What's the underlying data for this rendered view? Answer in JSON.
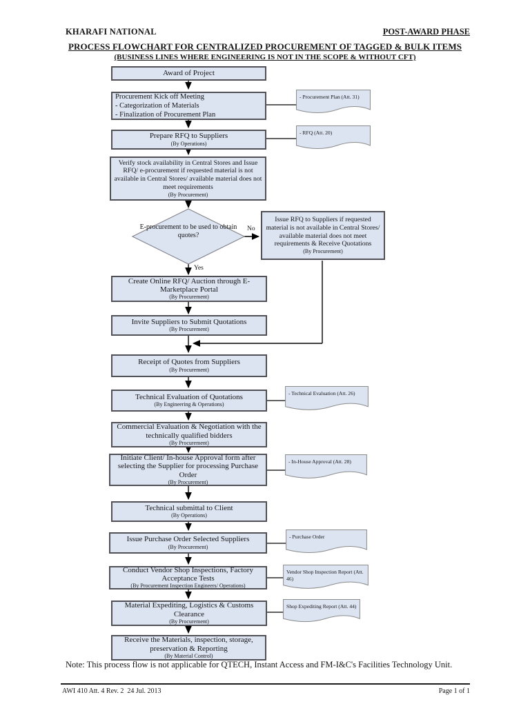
{
  "header": {
    "company": "KHARAFI NATIONAL",
    "phase": "POST-AWARD PHASE",
    "title": "PROCESS FLOWCHART FOR CENTRALIZED PROCUREMENT OF TAGGED & BULK ITEMS",
    "subtitle": "(BUSINESS LINES WHERE ENGINEERING IS NOT IN THE SCOPE & WITHOUT CFT)"
  },
  "flow": {
    "award": {
      "title": "Award of Project"
    },
    "kickoff": {
      "lines": [
        "Procurement Kick off Meeting",
        "- Categorization of Materials",
        "- Finalization of Procurement Plan"
      ]
    },
    "prepare_rfq": {
      "title": "Prepare RFQ to Suppliers",
      "by": "(By Operations)"
    },
    "verify_stock": {
      "title": "Verify stock availability in Central Stores and Issue RFQ/ e-procurement if requested material is not available in Central Stores/ available material does not meet requirements",
      "by": "(By Procurement)"
    },
    "decision": {
      "question": "E-procurement to be used to obtain quotes?",
      "yes_label": "Yes",
      "no_label": "No"
    },
    "issue_rfq": {
      "title": "Issue RFQ to Suppliers if requested material is not available in Central Stores/ available material does not meet requirements & Receive Quotations",
      "by": "(By Procurement)"
    },
    "create_online": {
      "title": "Create Online RFQ/ Auction through E-Marketplace Portal",
      "by": "(By Procurement)"
    },
    "invite": {
      "title": "Invite Suppliers to Submit Quotations",
      "by": "(By Procurement)"
    },
    "receipt": {
      "title": "Receipt of Quotes from Suppliers",
      "by": "(By Procurement)"
    },
    "tech_eval": {
      "title": "Technical Evaluation of Quotations",
      "by": "(By Engineering & Operations)"
    },
    "commercial": {
      "title": "Commercial Evaluation & Negotiation with the technically qualified bidders",
      "by": "(By Procurement)"
    },
    "initiate": {
      "title": "Initiate Client/ In-house Approval form after selecting the Supplier for processing Purchase Order",
      "by": "(By Procurement)"
    },
    "tech_submittal": {
      "title": "Technical submittal to Client",
      "by": "(By Operations)"
    },
    "issue_po": {
      "title": "Issue Purchase Order Selected Suppliers",
      "by": "(By Procurement)"
    },
    "conduct": {
      "title": "Conduct Vendor Shop Inspections, Factory Acceptance Tests",
      "by": "(By Procurement Inspection Engineers/ Operations)"
    },
    "material": {
      "title": "Material Expediting, Logistics & Customs Clearance",
      "by": "(By Procurement)"
    },
    "receive": {
      "title": "Receive the Materials, inspection, storage, preservation & Reporting",
      "by": "(By Material Control)"
    }
  },
  "documents": {
    "procurement_plan": "- Procurement Plan (Att. 31)",
    "rfq": "- RFQ (Att. 20)",
    "technical_evaluation": "- Technical Evaluation (Att. 26)",
    "inhouse_approval": "- In-House Approval (Att. 28)",
    "purchase_order": "- Purchase Order",
    "vendor_inspection": "Vendor Shop Inspection Report (Att. 46)",
    "shop_expediting": "Shop Expediting Report (Att. 44)"
  },
  "note": "Note: This process flow is not applicable for QTECH, Instant Access and FM-I&C's Facilities Technology Unit.",
  "footer": {
    "left": "AWI 410 Att. 4 Rev. 2  24 Jul. 2013",
    "right": "Page 1 of 1"
  },
  "colors": {
    "shape_fill": "#dce4f2",
    "box_border": "#4f4f55",
    "thin_border": "#8a8a8a",
    "line": "#000000"
  }
}
